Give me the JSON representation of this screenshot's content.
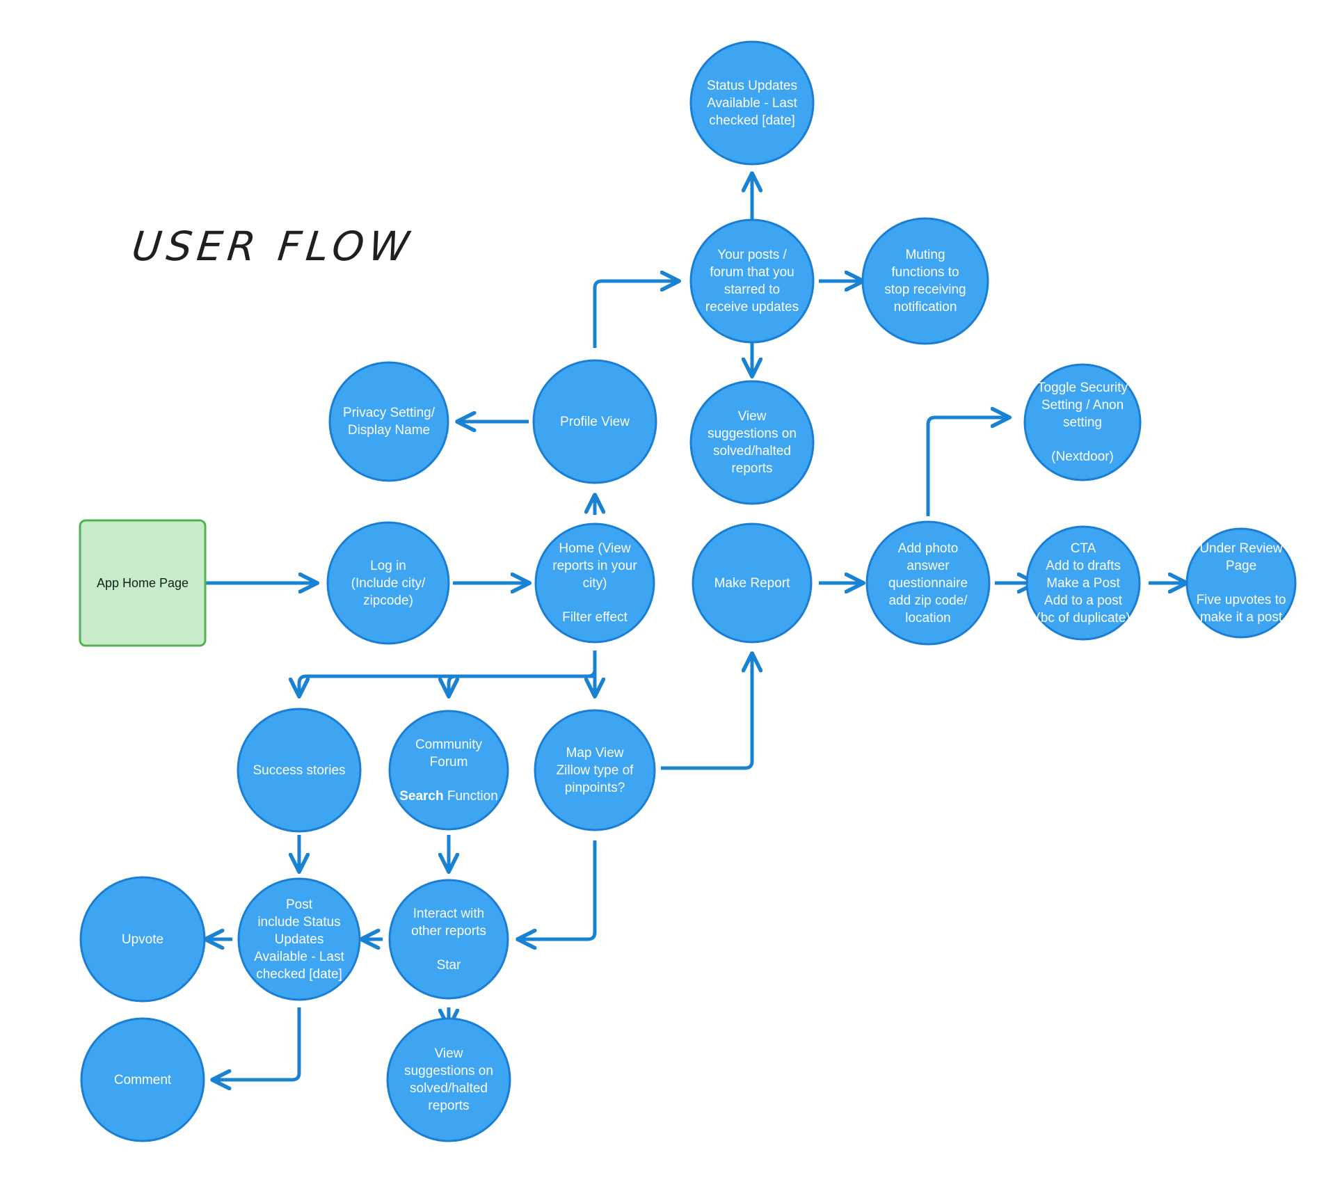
{
  "diagram": {
    "title": "USER FLOW",
    "colors": {
      "node_fill": "#3da5f2",
      "node_stroke": "#1a7fd4",
      "start_fill": "#c8ecc9",
      "start_stroke": "#52b152",
      "edge": "#1a82d2",
      "text_light": "#ffffff",
      "text_dark": "#10231a",
      "background": "#ffffff"
    },
    "nodes": [
      {
        "id": "status-updates",
        "shape": "circle",
        "lines": [
          "Status Updates",
          "Available - Last",
          "checked [date]"
        ]
      },
      {
        "id": "your-posts",
        "shape": "circle",
        "lines": [
          "Your posts /",
          "forum that you",
          "starred to",
          "receive updates"
        ]
      },
      {
        "id": "muting-functions",
        "shape": "circle",
        "lines": [
          "Muting",
          "functions to",
          "stop receiving",
          "notification"
        ]
      },
      {
        "id": "privacy-setting",
        "shape": "circle",
        "lines": [
          "Privacy Setting/",
          "Display Name"
        ]
      },
      {
        "id": "profile-view",
        "shape": "circle",
        "lines": [
          "Profile View"
        ]
      },
      {
        "id": "view-suggestions-top",
        "shape": "circle",
        "lines": [
          "View",
          "suggestions on",
          "solved/halted",
          "reports"
        ]
      },
      {
        "id": "toggle-security",
        "shape": "circle",
        "lines": [
          "Toggle Security",
          "Setting / Anon",
          "setting",
          "",
          "(Nextdoor)"
        ]
      },
      {
        "id": "app-home-page",
        "shape": "rect",
        "lines": [
          "App Home Page"
        ]
      },
      {
        "id": "log-in",
        "shape": "circle",
        "lines": [
          "Log in",
          "(Include city/",
          "zipcode)"
        ]
      },
      {
        "id": "home",
        "shape": "circle",
        "lines": [
          "Home (View",
          "reports in your",
          "city)",
          "",
          "Filter effect"
        ]
      },
      {
        "id": "make-report",
        "shape": "circle",
        "lines": [
          "Make Report"
        ]
      },
      {
        "id": "add-photo",
        "shape": "circle",
        "lines": [
          "Add photo",
          "answer",
          "questionnaire",
          "add zip code/",
          "location"
        ]
      },
      {
        "id": "cta",
        "shape": "circle",
        "lines": [
          "CTA",
          "Add to drafts",
          "Make a Post",
          "Add to a post",
          "(bc of duplicate)"
        ]
      },
      {
        "id": "under-review",
        "shape": "circle",
        "lines": [
          "Under Review",
          "Page",
          "",
          "Five upvotes to",
          "make it a post"
        ]
      },
      {
        "id": "success-stories",
        "shape": "circle",
        "lines": [
          "Success stories"
        ]
      },
      {
        "id": "community-forum",
        "shape": "circle",
        "lines": [
          "Community",
          "Forum",
          "",
          "Search Function"
        ],
        "bold_word": "Search"
      },
      {
        "id": "map-view",
        "shape": "circle",
        "lines": [
          "Map View",
          "Zillow type of",
          "pinpoints?"
        ]
      },
      {
        "id": "upvote",
        "shape": "circle",
        "lines": [
          "Upvote"
        ]
      },
      {
        "id": "post",
        "shape": "circle",
        "lines": [
          "Post",
          "include Status",
          "Updates",
          "Available - Last",
          "checked [date]"
        ]
      },
      {
        "id": "interact-with-other-reports",
        "shape": "circle",
        "lines": [
          "Interact with",
          "other reports",
          "",
          "Star"
        ]
      },
      {
        "id": "comment",
        "shape": "circle",
        "lines": [
          "Comment"
        ]
      },
      {
        "id": "view-suggestions-bottom",
        "shape": "circle",
        "lines": [
          "View",
          "suggestions on",
          "solved/halted",
          "reports"
        ]
      }
    ],
    "edges": [
      {
        "from": "app-home-page",
        "to": "log-in"
      },
      {
        "from": "log-in",
        "to": "home"
      },
      {
        "from": "home",
        "to": "profile-view"
      },
      {
        "from": "profile-view",
        "to": "privacy-setting"
      },
      {
        "from": "profile-view",
        "to": "your-posts"
      },
      {
        "from": "your-posts",
        "to": "status-updates"
      },
      {
        "from": "your-posts",
        "to": "muting-functions"
      },
      {
        "from": "your-posts",
        "to": "view-suggestions-top"
      },
      {
        "from": "home",
        "to": "success-stories"
      },
      {
        "from": "home",
        "to": "community-forum"
      },
      {
        "from": "home",
        "to": "map-view"
      },
      {
        "from": "map-view",
        "to": "make-report"
      },
      {
        "from": "make-report",
        "to": "add-photo"
      },
      {
        "from": "add-photo",
        "to": "toggle-security"
      },
      {
        "from": "add-photo",
        "to": "cta"
      },
      {
        "from": "cta",
        "to": "under-review"
      },
      {
        "from": "success-stories",
        "to": "post"
      },
      {
        "from": "community-forum",
        "to": "interact-with-other-reports"
      },
      {
        "from": "map-view",
        "to": "interact-with-other-reports"
      },
      {
        "from": "interact-with-other-reports",
        "to": "post"
      },
      {
        "from": "interact-with-other-reports",
        "to": "view-suggestions-bottom"
      },
      {
        "from": "post",
        "to": "upvote"
      },
      {
        "from": "post",
        "to": "comment"
      }
    ]
  }
}
